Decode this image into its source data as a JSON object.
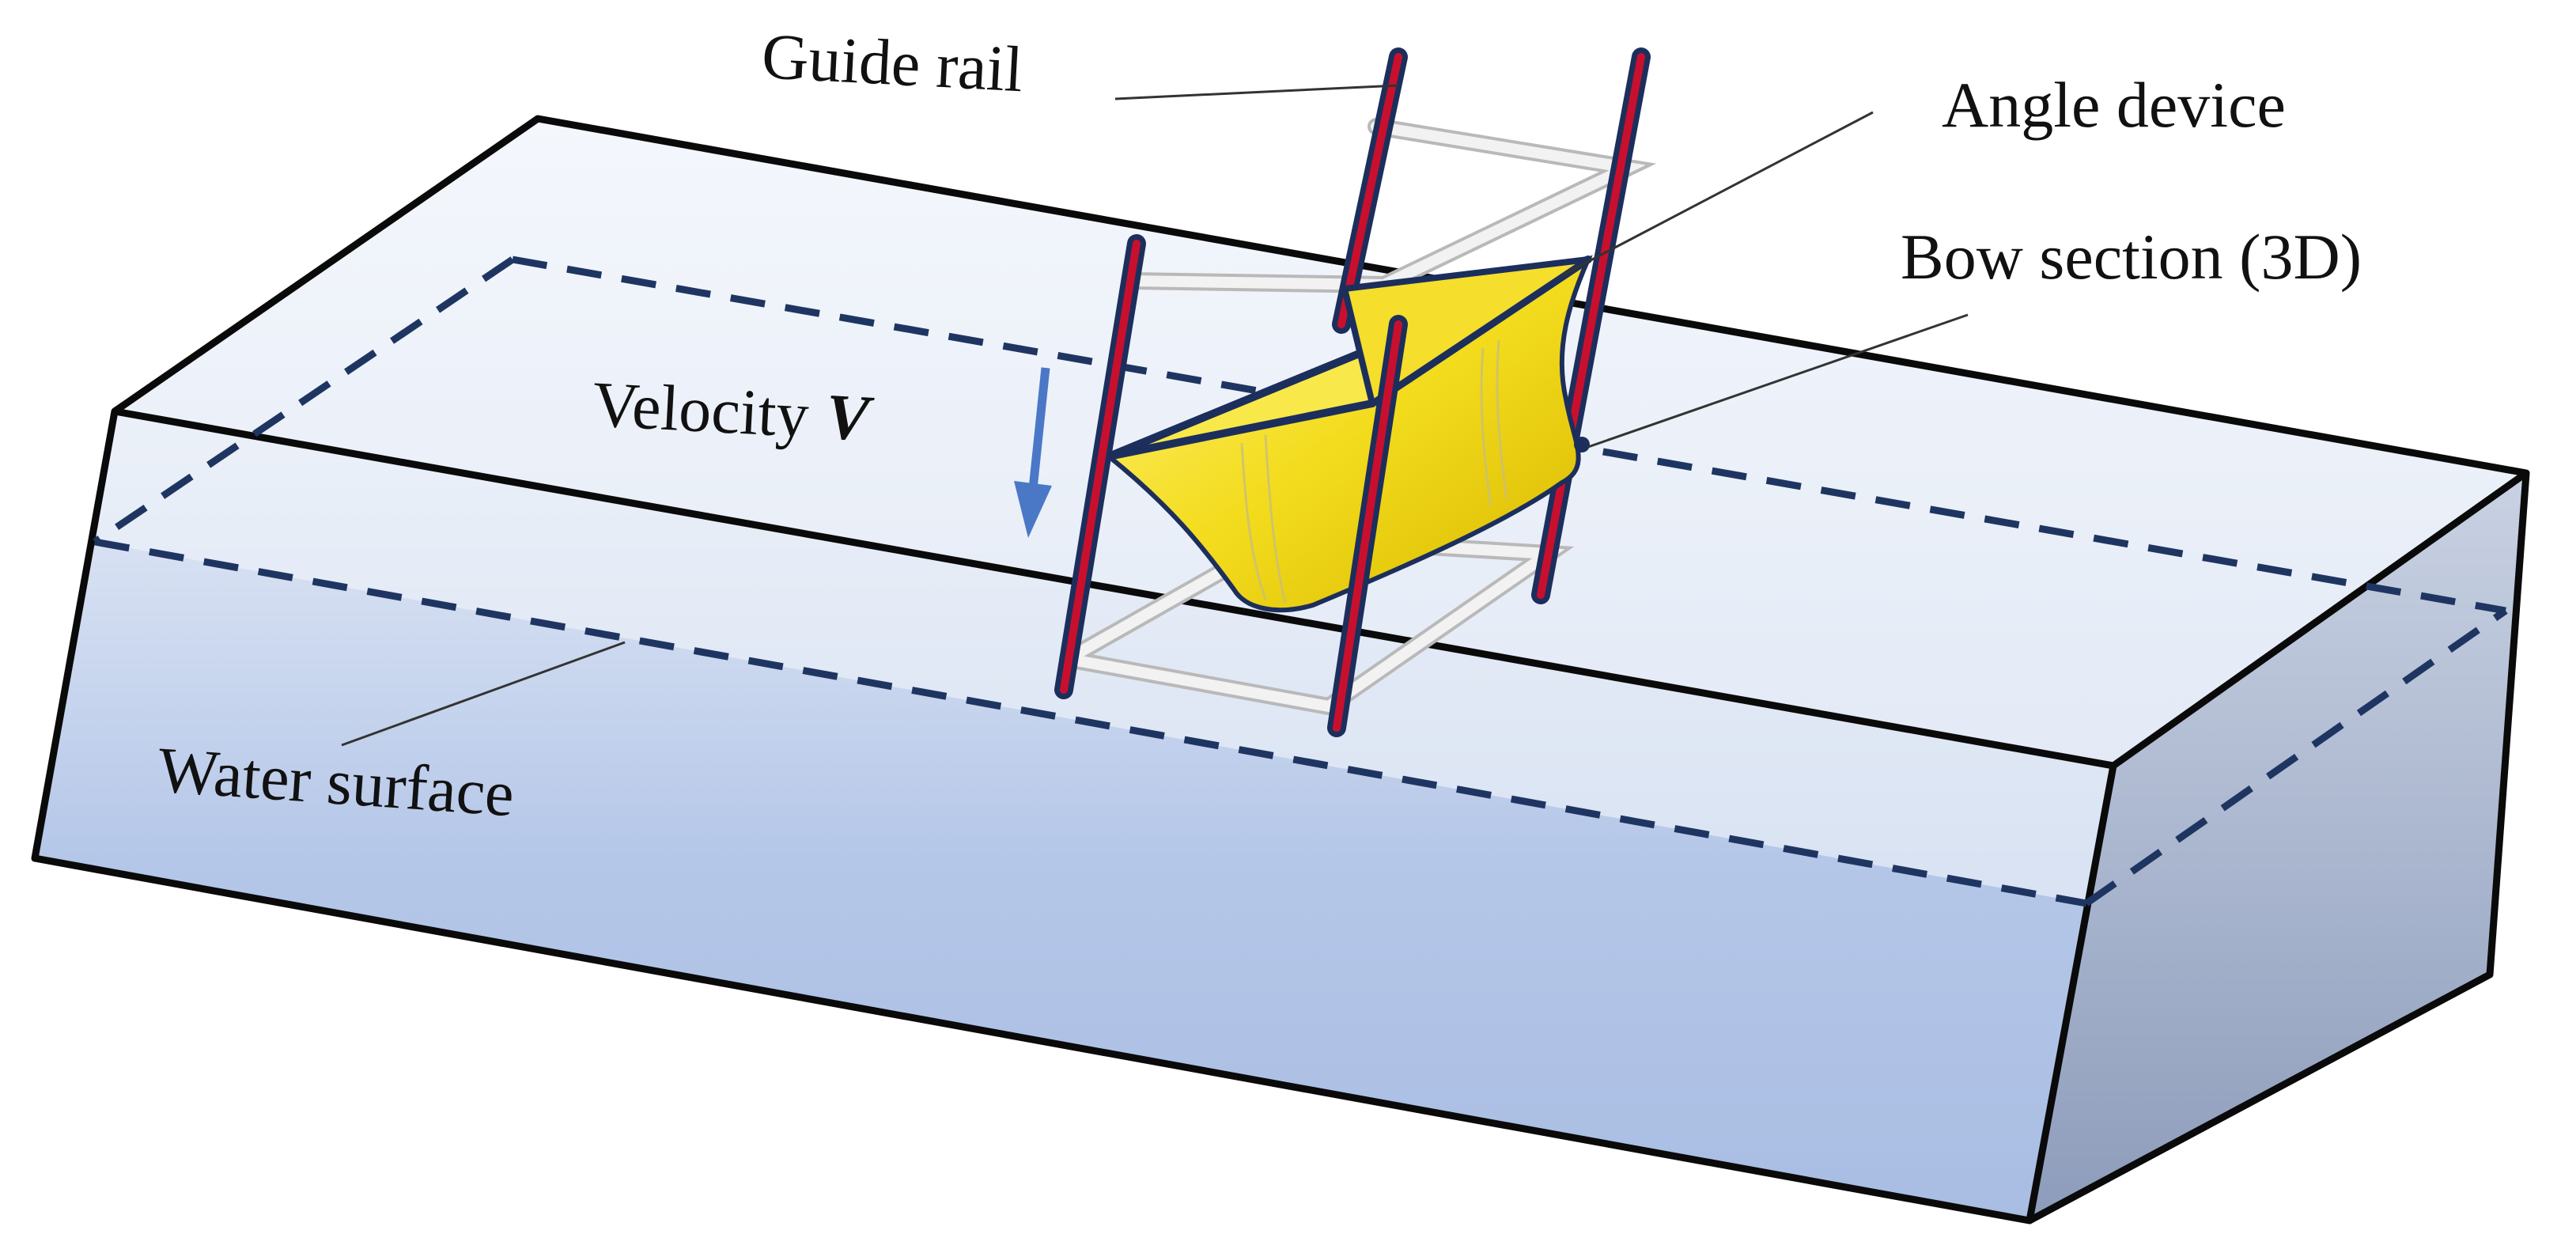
{
  "labels": {
    "guide_rail": "Guide rail",
    "angle_device": "Angle device",
    "bow_section": "Bow section (3D)",
    "velocity_prefix": "Velocity",
    "velocity_symbol": "V",
    "water_surface": "Water surface"
  },
  "colors": {
    "tank_outline": "#0a0a0a",
    "water_top": "#e8eef8",
    "water_bottom": "#a9bee4",
    "water_surface_dash": "#1f3561",
    "guide_rail_red": "#c8102e",
    "guide_rail_navy": "#1c2f5c",
    "frame_white": "#e6e6e6",
    "bow_yellow": "#f6e12a",
    "velocity_arrow": "#4a78c6"
  }
}
